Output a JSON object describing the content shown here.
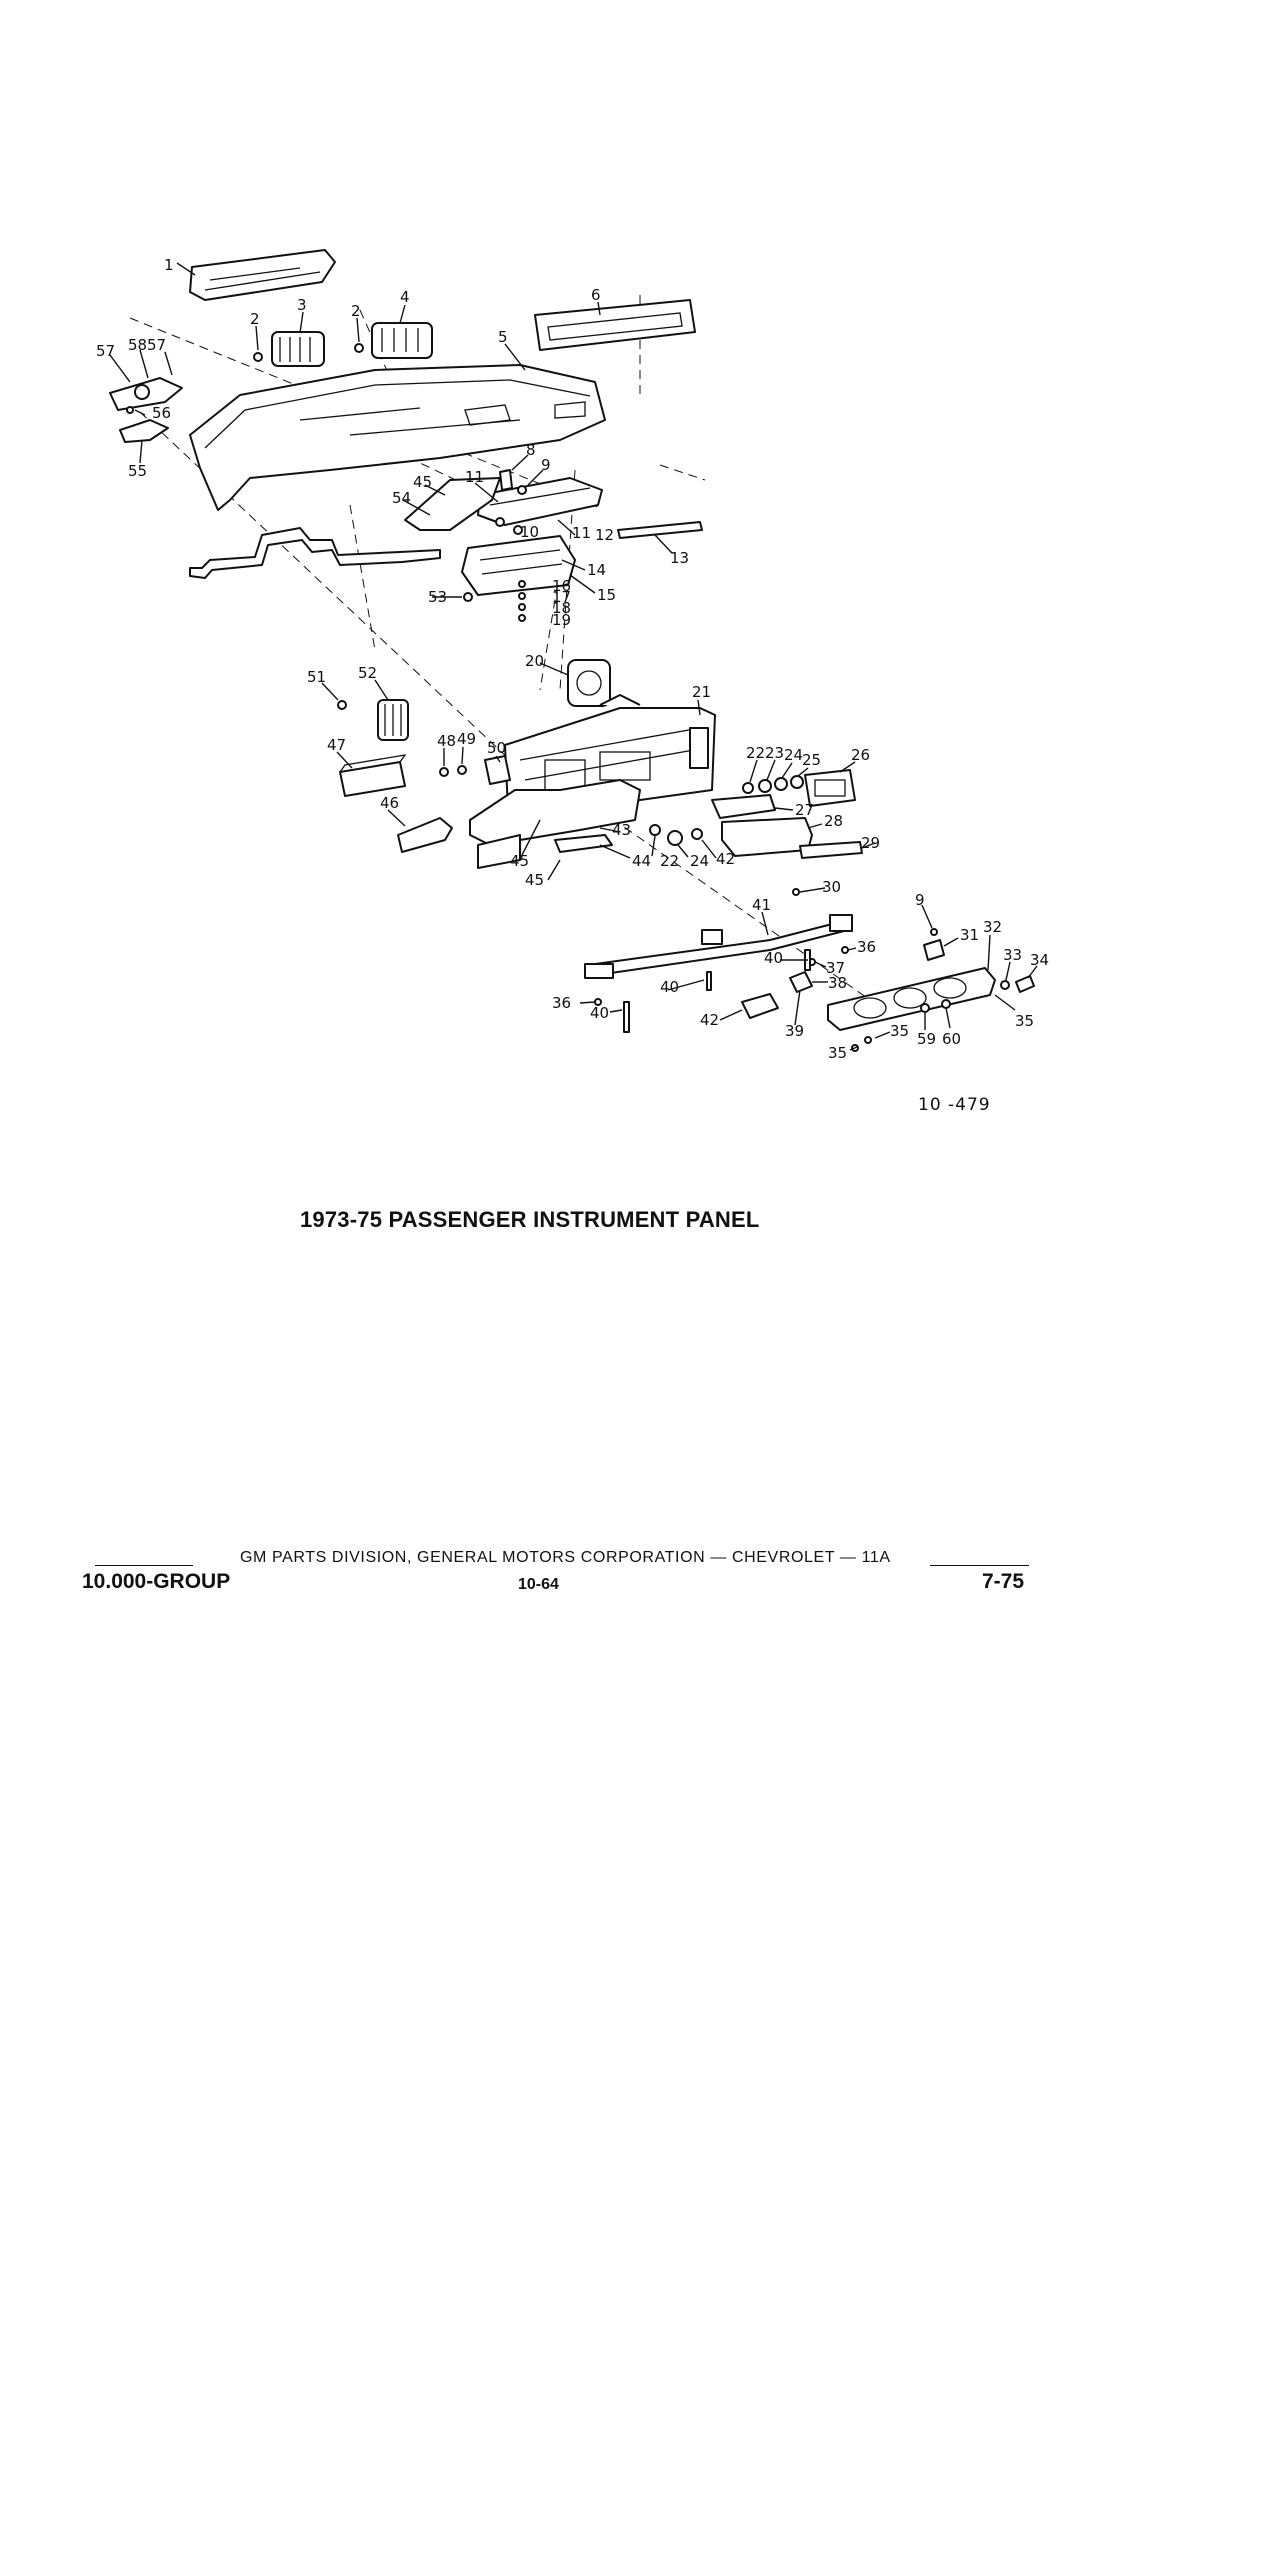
{
  "diagram": {
    "figure_number": "10 -479",
    "callouts": [
      "1",
      "2",
      "3",
      "2",
      "4",
      "5",
      "6",
      "57",
      "58",
      "57",
      "56",
      "55",
      "8",
      "9",
      "11",
      "10",
      "11",
      "12",
      "13",
      "14",
      "16",
      "17",
      "18",
      "19",
      "15",
      "53",
      "54",
      "45",
      "20",
      "21",
      "51",
      "52",
      "47",
      "48",
      "49",
      "50",
      "46",
      "43",
      "45",
      "44",
      "22",
      "24",
      "42",
      "45",
      "22",
      "23",
      "24",
      "25",
      "26",
      "27",
      "28",
      "29",
      "30",
      "41",
      "40",
      "37",
      "36",
      "38",
      "36",
      "40",
      "40",
      "42",
      "39",
      "35",
      "35",
      "9",
      "31",
      "32",
      "33",
      "34",
      "59",
      "60",
      "35"
    ]
  },
  "caption": "1973-75 PASSENGER INSTRUMENT PANEL",
  "footer": {
    "publisher_line": "GM PARTS DIVISION, GENERAL MOTORS CORPORATION — CHEVROLET — 11A",
    "group": "10.000-GROUP",
    "page": "10-64",
    "date": "7-75"
  }
}
